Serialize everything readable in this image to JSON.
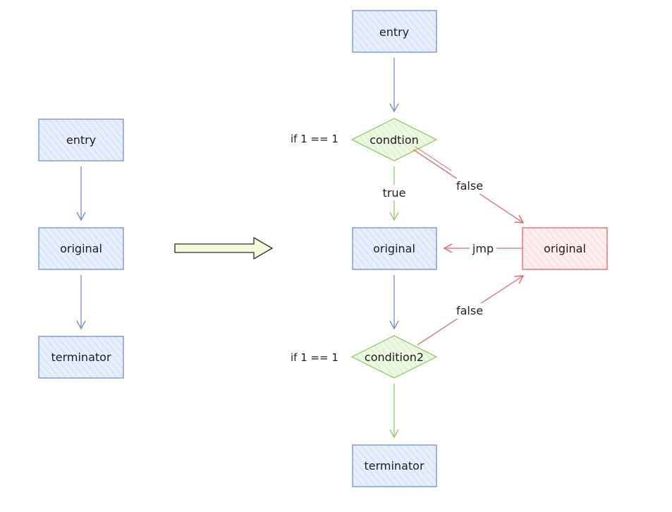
{
  "colors": {
    "blue_stroke": "#6f8fd0",
    "blue_fill": "#e3eefb",
    "green_stroke": "#8fcf6a",
    "green_fill": "#eaf7dd",
    "red_stroke": "#e06666",
    "red_fill": "#fdeaea",
    "arrow_fill": "#f7f7d9",
    "arrow_stroke": "#2b2b2b"
  },
  "left": {
    "entry": "entry",
    "original": "original",
    "terminator": "terminator"
  },
  "right": {
    "entry": "entry",
    "condition1": "condtion",
    "condition1_note": "if 1 == 1",
    "true_label": "true",
    "false_label_1": "false",
    "original": "original",
    "original_bogus": "original",
    "jmp_label": "jmp",
    "false_label_2": "false",
    "condition2": "condition2",
    "condition2_note": "if 1 == 1",
    "terminator": "terminator"
  }
}
